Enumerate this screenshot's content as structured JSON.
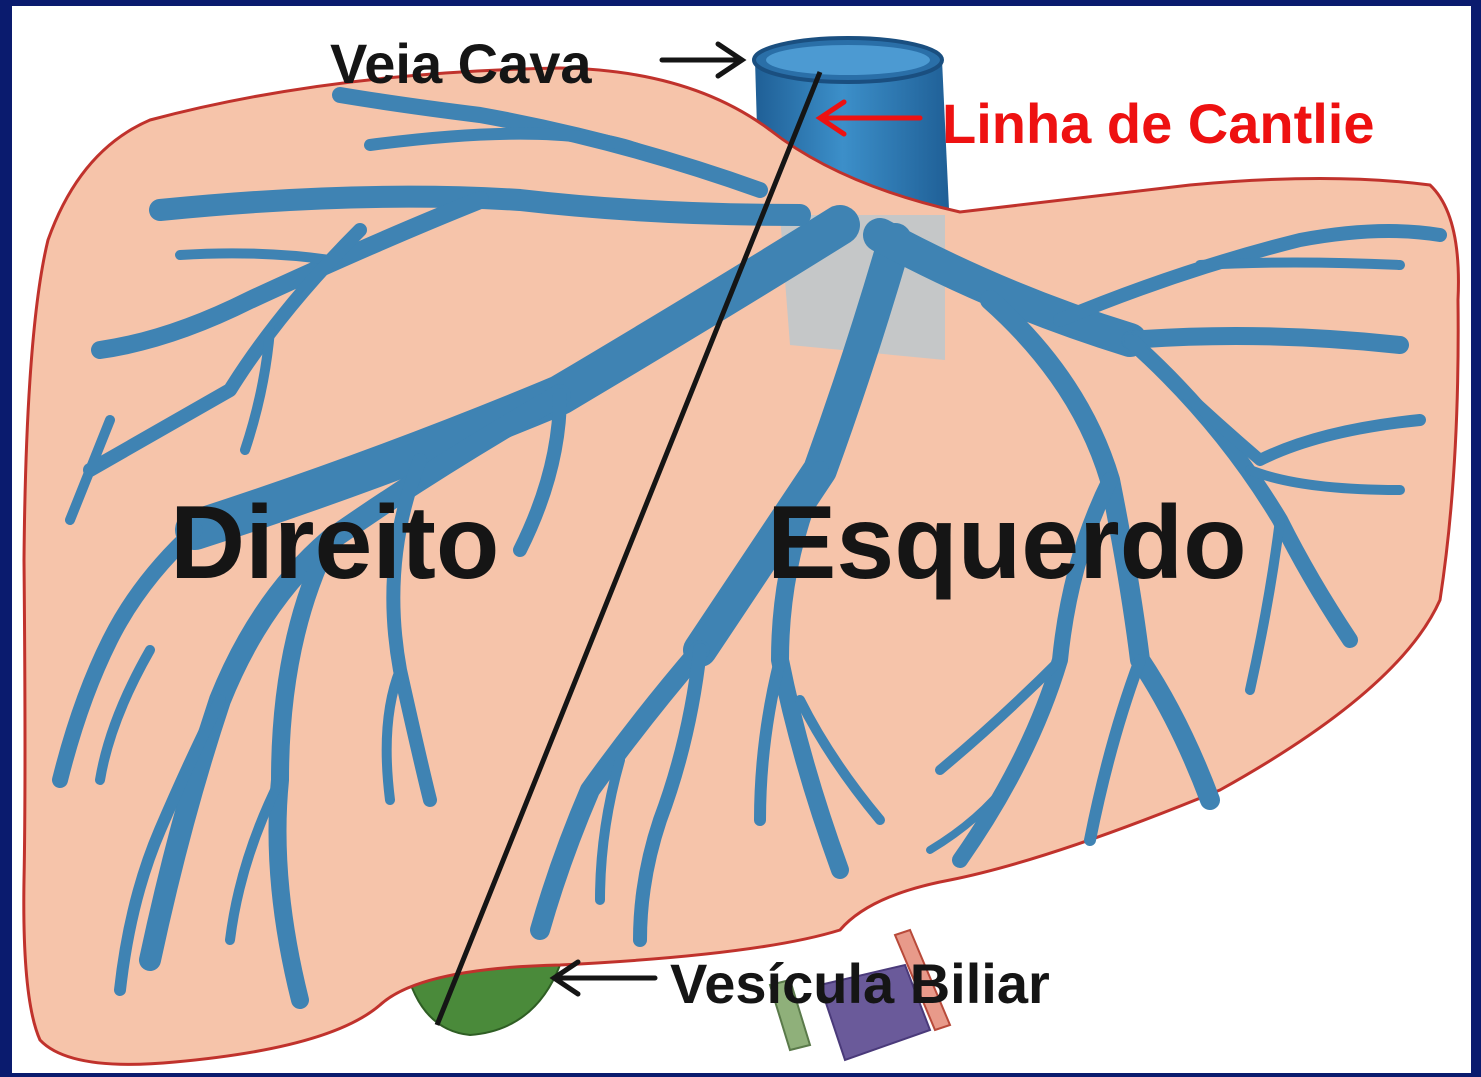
{
  "labels": {
    "vena_cava": "Veia Cava",
    "cantlie_line": "Linha de Cantlie",
    "right_lobe": "Direito",
    "left_lobe": "Esquerdo",
    "gallbladder": "Vesícula Biliar"
  },
  "colors": {
    "frame": "#0a1b6e",
    "liver_fill": "#f6c4aa",
    "liver_outline": "#c0322c",
    "veins": "#3f83b3",
    "vena_cava": "#2a76b0",
    "gallbladder": "#4a8a3a",
    "cantlie_label": "#ee1111",
    "line": "#151515"
  }
}
